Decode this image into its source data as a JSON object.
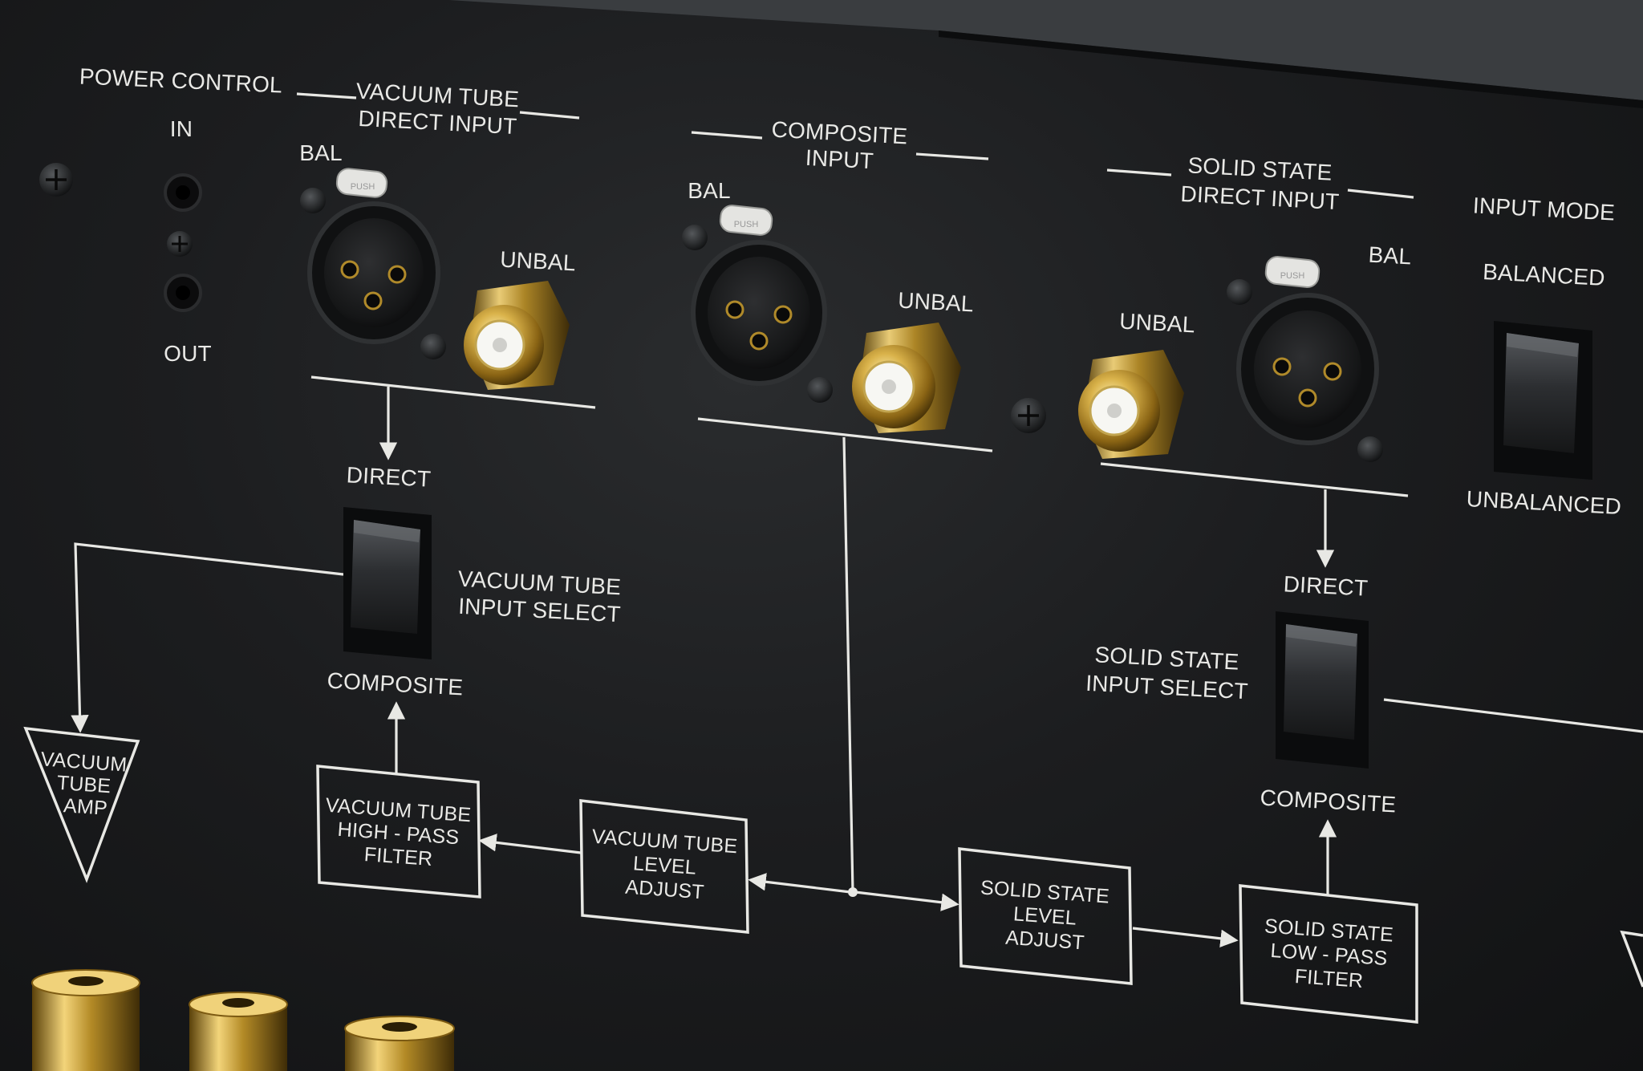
{
  "sections": {
    "power_control": {
      "title": "POWER CONTROL",
      "in_label": "IN",
      "out_label": "OUT"
    },
    "vacuum_tube_direct_input": {
      "title_line1": "VACUUM TUBE",
      "title_line2": "DIRECT INPUT",
      "bal_label": "BAL",
      "unbal_label": "UNBAL"
    },
    "composite_input": {
      "title_line1": "COMPOSITE",
      "title_line2": "INPUT",
      "bal_label": "BAL",
      "unbal_label": "UNBAL"
    },
    "solid_state_direct_input": {
      "title_line1": "SOLID STATE",
      "title_line2": "DIRECT INPUT",
      "bal_label": "BAL",
      "unbal_label": "UNBAL"
    },
    "input_mode": {
      "title": "INPUT MODE",
      "top_label": "BALANCED",
      "bottom_label": "UNBALANCED"
    }
  },
  "switches": {
    "vacuum_tube_select": {
      "top_label": "DIRECT",
      "name_line1": "VACUUM TUBE",
      "name_line2": "INPUT SELECT",
      "bottom_label": "COMPOSITE"
    },
    "solid_state_select": {
      "top_label": "DIRECT",
      "name_line1": "SOLID STATE",
      "name_line2": "INPUT SELECT",
      "bottom_label": "COMPOSITE"
    }
  },
  "blocks": {
    "vacuum_tube_amp": {
      "line1": "VACUUM",
      "line2": "TUBE",
      "line3": "AMP"
    },
    "vacuum_tube_high_pass": {
      "line1": "VACUUM TUBE",
      "line2": "HIGH - PASS",
      "line3": "FILTER"
    },
    "vacuum_tube_level": {
      "line1": "VACUUM TUBE",
      "line2": "LEVEL",
      "line3": "ADJUST"
    },
    "solid_state_level": {
      "line1": "SOLID STATE",
      "line2": "LEVEL",
      "line3": "ADJUST"
    },
    "solid_state_low_pass": {
      "line1": "SOLID STATE",
      "line2": "LOW - PASS",
      "line3": "FILTER"
    }
  },
  "colors": {
    "panel": "#1c1d1f",
    "silkscreen": "#e9e9e6",
    "gold": "#c9a23a",
    "switch": "#2b2c2e"
  }
}
